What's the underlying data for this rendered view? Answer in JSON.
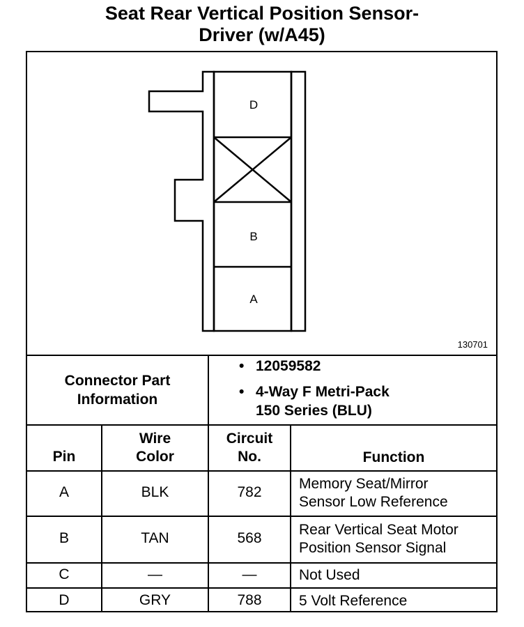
{
  "title": {
    "line1": "Seat Rear Vertical Position Sensor-",
    "line2": "Driver (w/A45)"
  },
  "diagram": {
    "pins": [
      "D",
      "B",
      "A"
    ],
    "figure_number": "130701"
  },
  "connector": {
    "label_line1": "Connector Part",
    "label_line2": "Information",
    "part_number": "12059582",
    "description_line1": "4-Way F Metri-Pack",
    "description_line2": "150 Series (BLU)",
    "bullet": "•"
  },
  "table": {
    "headers": {
      "pin": "Pin",
      "wire_line1": "Wire",
      "wire_line2": "Color",
      "circuit_line1": "Circuit",
      "circuit_line2": "No.",
      "function": "Function"
    },
    "rows": [
      {
        "pin": "A",
        "wire": "BLK",
        "circuit": "782",
        "function_line1": "Memory Seat/Mirror",
        "function_line2": "Sensor Low Reference"
      },
      {
        "pin": "B",
        "wire": "TAN",
        "circuit": "568",
        "function_line1": "Rear Vertical Seat Motor",
        "function_line2": "Position Sensor Signal"
      },
      {
        "pin": "C",
        "wire": "—",
        "circuit": "—",
        "function_line1": "Not Used",
        "function_line2": ""
      },
      {
        "pin": "D",
        "wire": "GRY",
        "circuit": "788",
        "function_line1": "5 Volt Reference",
        "function_line2": ""
      }
    ]
  }
}
